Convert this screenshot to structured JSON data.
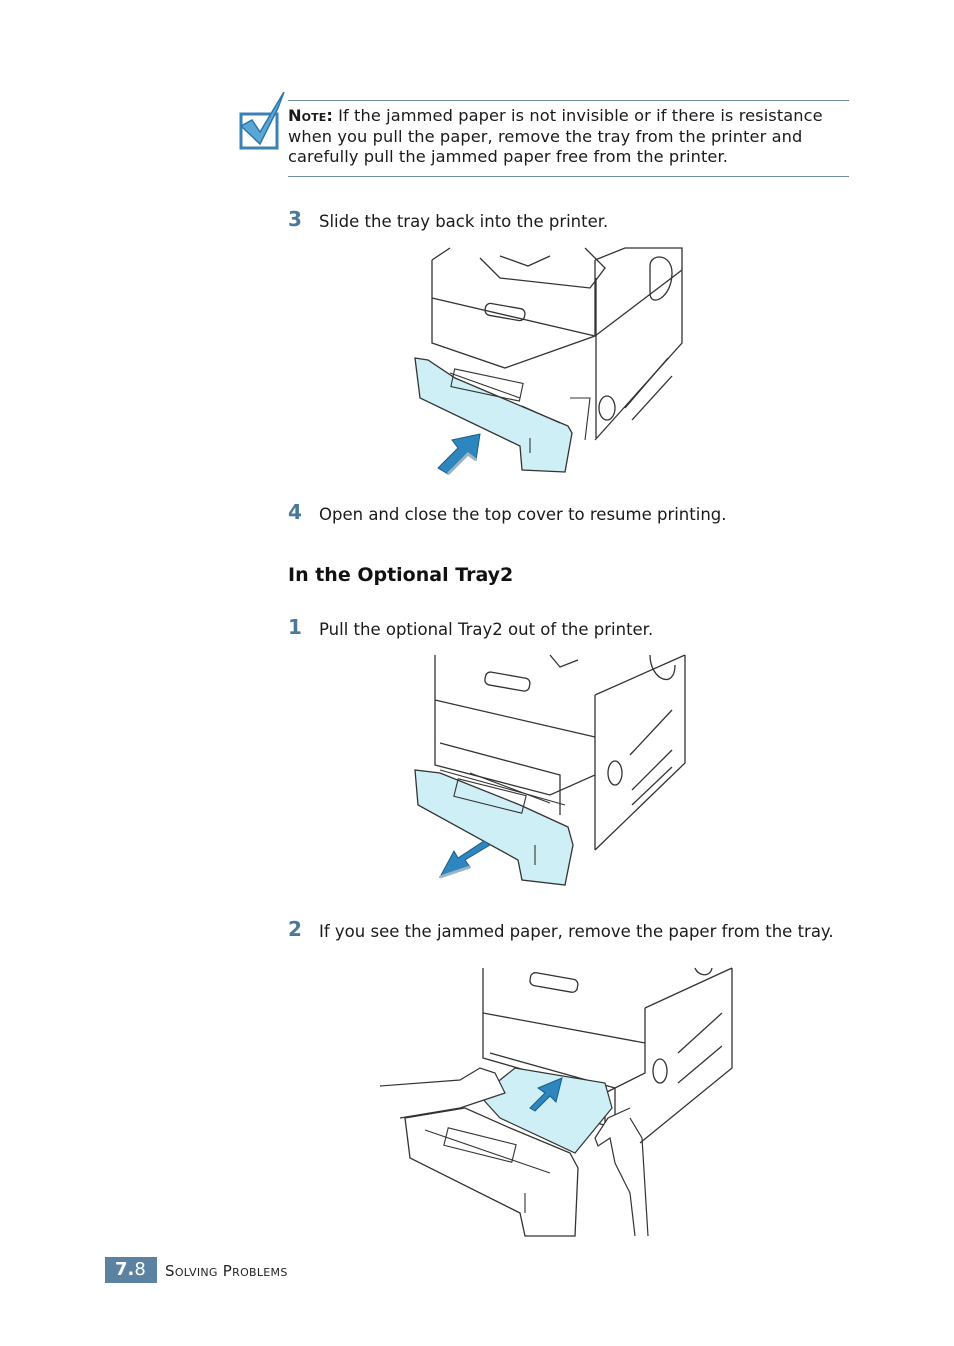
{
  "note": {
    "label": "Note:",
    "text": " If the jammed paper is not invisible or if there is resistance when you pull the paper, remove the tray from the printer and carefully pull the jammed paper free from the printer."
  },
  "steps_a": [
    {
      "num": "3",
      "text": "Slide the tray back into the printer."
    },
    {
      "num": "4",
      "text": "Open and close the top cover to resume printing."
    }
  ],
  "section_heading": "In the Optional Tray2",
  "steps_b": [
    {
      "num": "1",
      "text": "Pull the optional Tray2 out of the printer."
    },
    {
      "num": "2",
      "text": "If you see the jammed paper, remove the paper from the tray."
    }
  ],
  "footer": {
    "chapter": "7.",
    "page": "8",
    "title": "Solving Problems"
  },
  "colors": {
    "accent": "#5b83a1",
    "tray_fill": "#cfeff6",
    "arrow": "#2d86bd"
  }
}
